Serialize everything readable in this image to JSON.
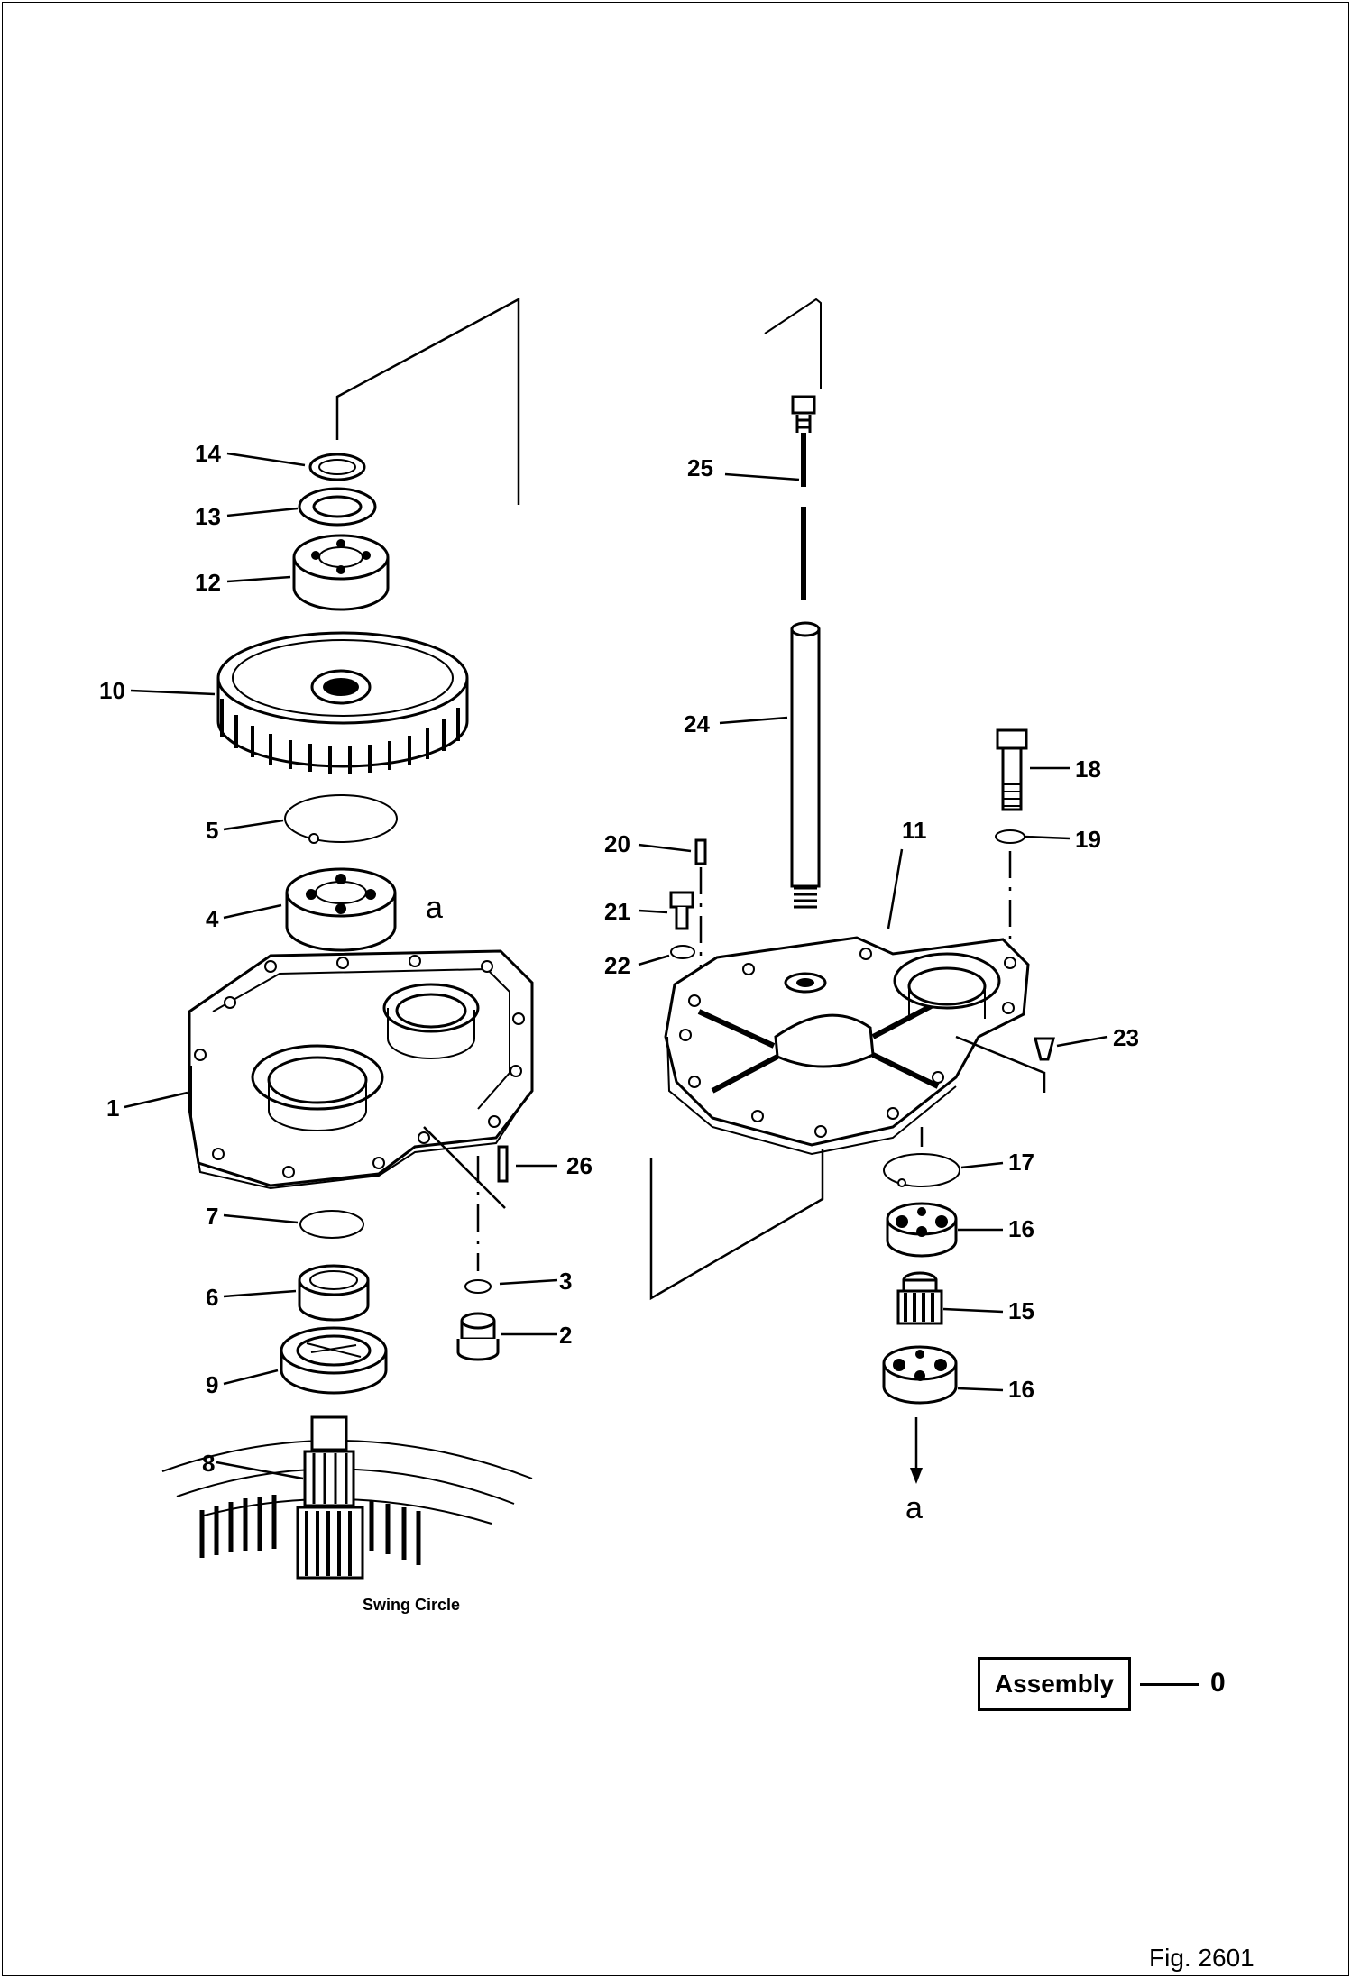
{
  "callouts": {
    "c1": "1",
    "c2": "2",
    "c3": "3",
    "c4": "4",
    "c5": "5",
    "c6": "6",
    "c7": "7",
    "c8": "8",
    "c9": "9",
    "c10": "10",
    "c11": "11",
    "c12": "12",
    "c13": "13",
    "c14": "14",
    "c15": "15",
    "c16a": "16",
    "c16b": "16",
    "c17": "17",
    "c18": "18",
    "c19": "19",
    "c20": "20",
    "c21": "21",
    "c22": "22",
    "c23": "23",
    "c24": "24",
    "c25": "25",
    "c26": "26"
  },
  "markers": {
    "a_top": "a",
    "a_bottom": "a"
  },
  "swing_circle_label": "Swing Circle",
  "assembly": {
    "label": "Assembly",
    "number": "0"
  },
  "figure_label": "Fig. 2601"
}
